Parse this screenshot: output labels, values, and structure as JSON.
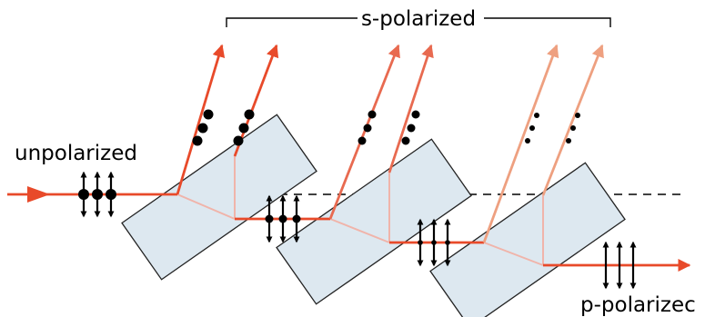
{
  "labels": {
    "incoming": "unpolarized",
    "reflected": "s-polarized",
    "transmitted": "p-polarizec"
  },
  "colors": {
    "beam": "#e84a2a",
    "beam_faint": "#eea080",
    "plate_fill": "#dde8f0",
    "plate_stroke": "#222222",
    "dashed_line": "#000000",
    "polarization_mark": "#000000"
  },
  "icons": {
    "beam_arrow": "arrow-icon",
    "p_polarization": "double-arrow-icon",
    "s_polarization": "dot-icon"
  }
}
